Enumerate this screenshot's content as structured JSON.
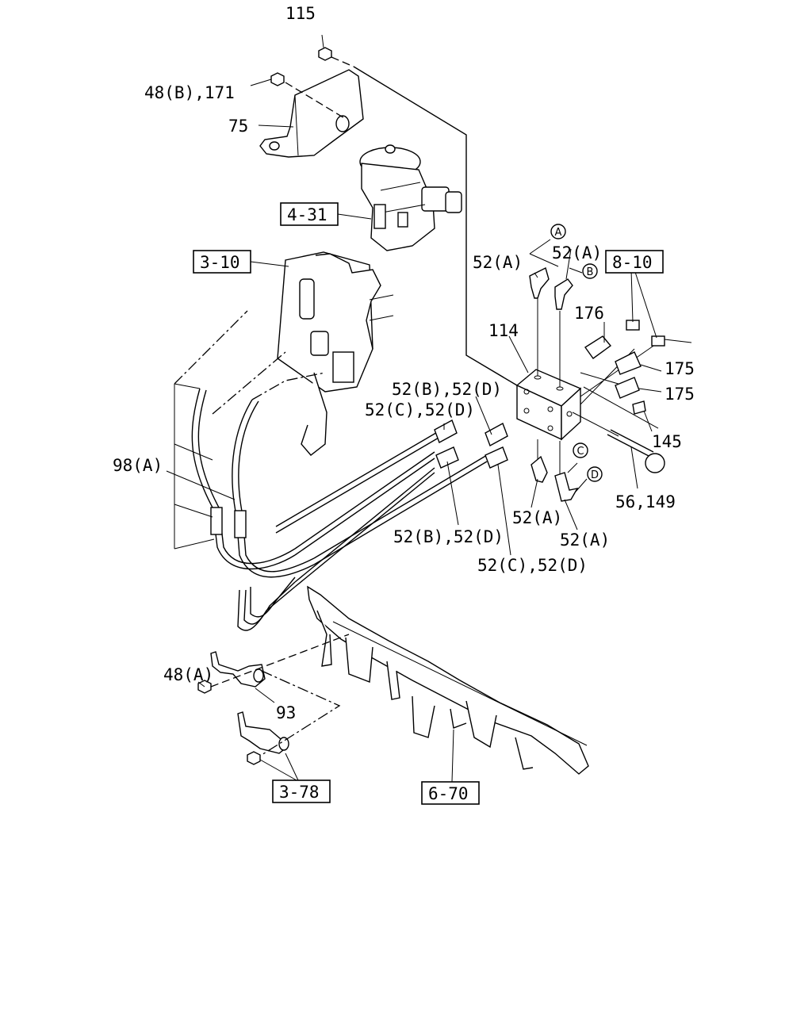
{
  "callouts": {
    "c115": "115",
    "c48b171": "48(B),171",
    "c75": "75",
    "c52a_left": "52(A)",
    "c52a_right": "52(A)",
    "c176": "176",
    "c114": "114",
    "c175_top": "175",
    "c175_bot": "175",
    "c52bd_top": "52(B),52(D)",
    "c52cd_top": "52(C),52(D)",
    "c145": "145",
    "c98a": "98(A)",
    "c52a_mid": "52(A)",
    "c56149": "56,149",
    "c52bd_bot": "52(B),52(D)",
    "c52a_low": "52(A)",
    "c52cd_bot": "52(C),52(D)",
    "c48a": "48(A)",
    "c93": "93"
  },
  "references": {
    "r431": "4-31",
    "r310": "3-10",
    "r810": "8-10",
    "r378": "3-78",
    "r670": "6-70"
  },
  "markers": {
    "a": "A",
    "b": "B",
    "c": "C",
    "d": "D"
  }
}
